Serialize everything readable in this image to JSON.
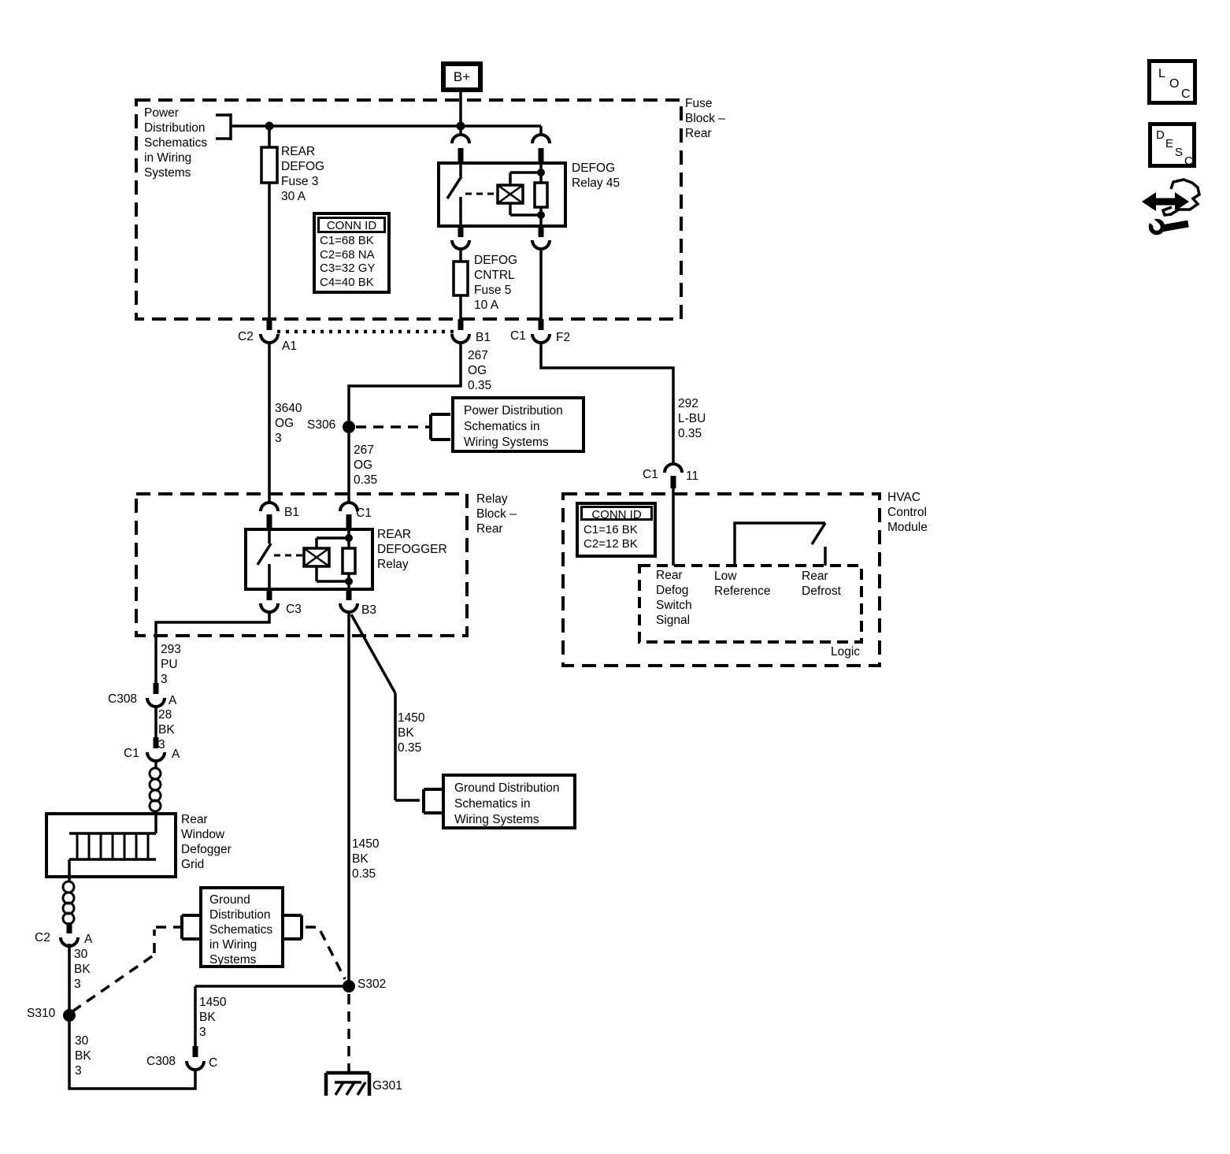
{
  "power": {
    "b_plus": "B+"
  },
  "corner": {
    "loc": {
      "l": "L",
      "o": "O",
      "c": "C"
    },
    "desc": {
      "d": "D",
      "e": "E",
      "s": "S",
      "c": "C"
    }
  },
  "fuse_block": {
    "title": "Fuse\nBlock –\nRear",
    "power_dist_ref": "Power\nDistribution\nSchematics\nin Wiring\nSystems",
    "fuse3_label": "REAR\nDEFOG\nFuse 3\n30 A",
    "relay_label": "DEFOG\nRelay 45",
    "fuse5_label": "DEFOG\nCNTRL\nFuse 5\n10 A",
    "conn_id": {
      "title": "CONN ID",
      "rows": "C1=68 BK\nC2=68 NA\nC3=32 GY\nC4=40 BK"
    },
    "pin_c2": "C2",
    "pin_a1": "A1",
    "pin_b1": "B1",
    "pin_c1": "C1",
    "pin_f2": "F2"
  },
  "relay_block": {
    "title": "Relay\nBlock –\nRear",
    "relay_label": "REAR\nDEFOGGER\nRelay",
    "pin_b1": "B1",
    "pin_c1": "C1",
    "pin_c3": "C3",
    "pin_b3": "B3"
  },
  "hvac": {
    "title": "HVAC\nControl\nModule",
    "conn_id": {
      "title": "CONN ID",
      "rows": "C1=16 BK\nC2=12 BK"
    },
    "pin_c1": "C1",
    "pin_11": "11",
    "sig_rear_defog": "Rear\nDefog\nSwitch\nSignal",
    "sig_low_ref": "Low\nReference",
    "sig_rear_defrost": "Rear\nDefrost",
    "logic": "Logic"
  },
  "wires": {
    "w3640": "3640\nOG\n3",
    "w267_upper": "267\nOG\n0.35",
    "w267_lower": "267\nOG\n0.35",
    "w292": "292\nL-BU\n0.35",
    "w293": "293\nPU\n3",
    "w28": "28\nBK\n3",
    "w1450_branch": "1450\nBK\n0.35",
    "w1450_main": "1450\nBK\n0.35",
    "w30_upper": "30\nBK\n3",
    "w30_lower": "30\nBK\n3",
    "w1450_c308": "1450\nBK\n3"
  },
  "splices": {
    "s306": "S306",
    "s310": "S310",
    "s302": "S302"
  },
  "ground": {
    "g301": "G301"
  },
  "connectors": {
    "c308_a": {
      "name": "C308",
      "pin": "A"
    },
    "c1_a": {
      "name": "C1",
      "pin": "A"
    },
    "c2_a": {
      "name": "C2",
      "pin": "A"
    },
    "c308_c": {
      "name": "C308",
      "pin": "C"
    }
  },
  "refs": {
    "power_dist_mid": "Power Distribution\nSchematics in\nWiring Systems",
    "ground_mid": "Ground Distribution\nSchematics in\nWiring Systems",
    "ground_bottom": "Ground\nDistribution\nSchematics\nin Wiring\nSystems"
  },
  "grid": {
    "label": "Rear\nWindow\nDefogger\nGrid"
  }
}
